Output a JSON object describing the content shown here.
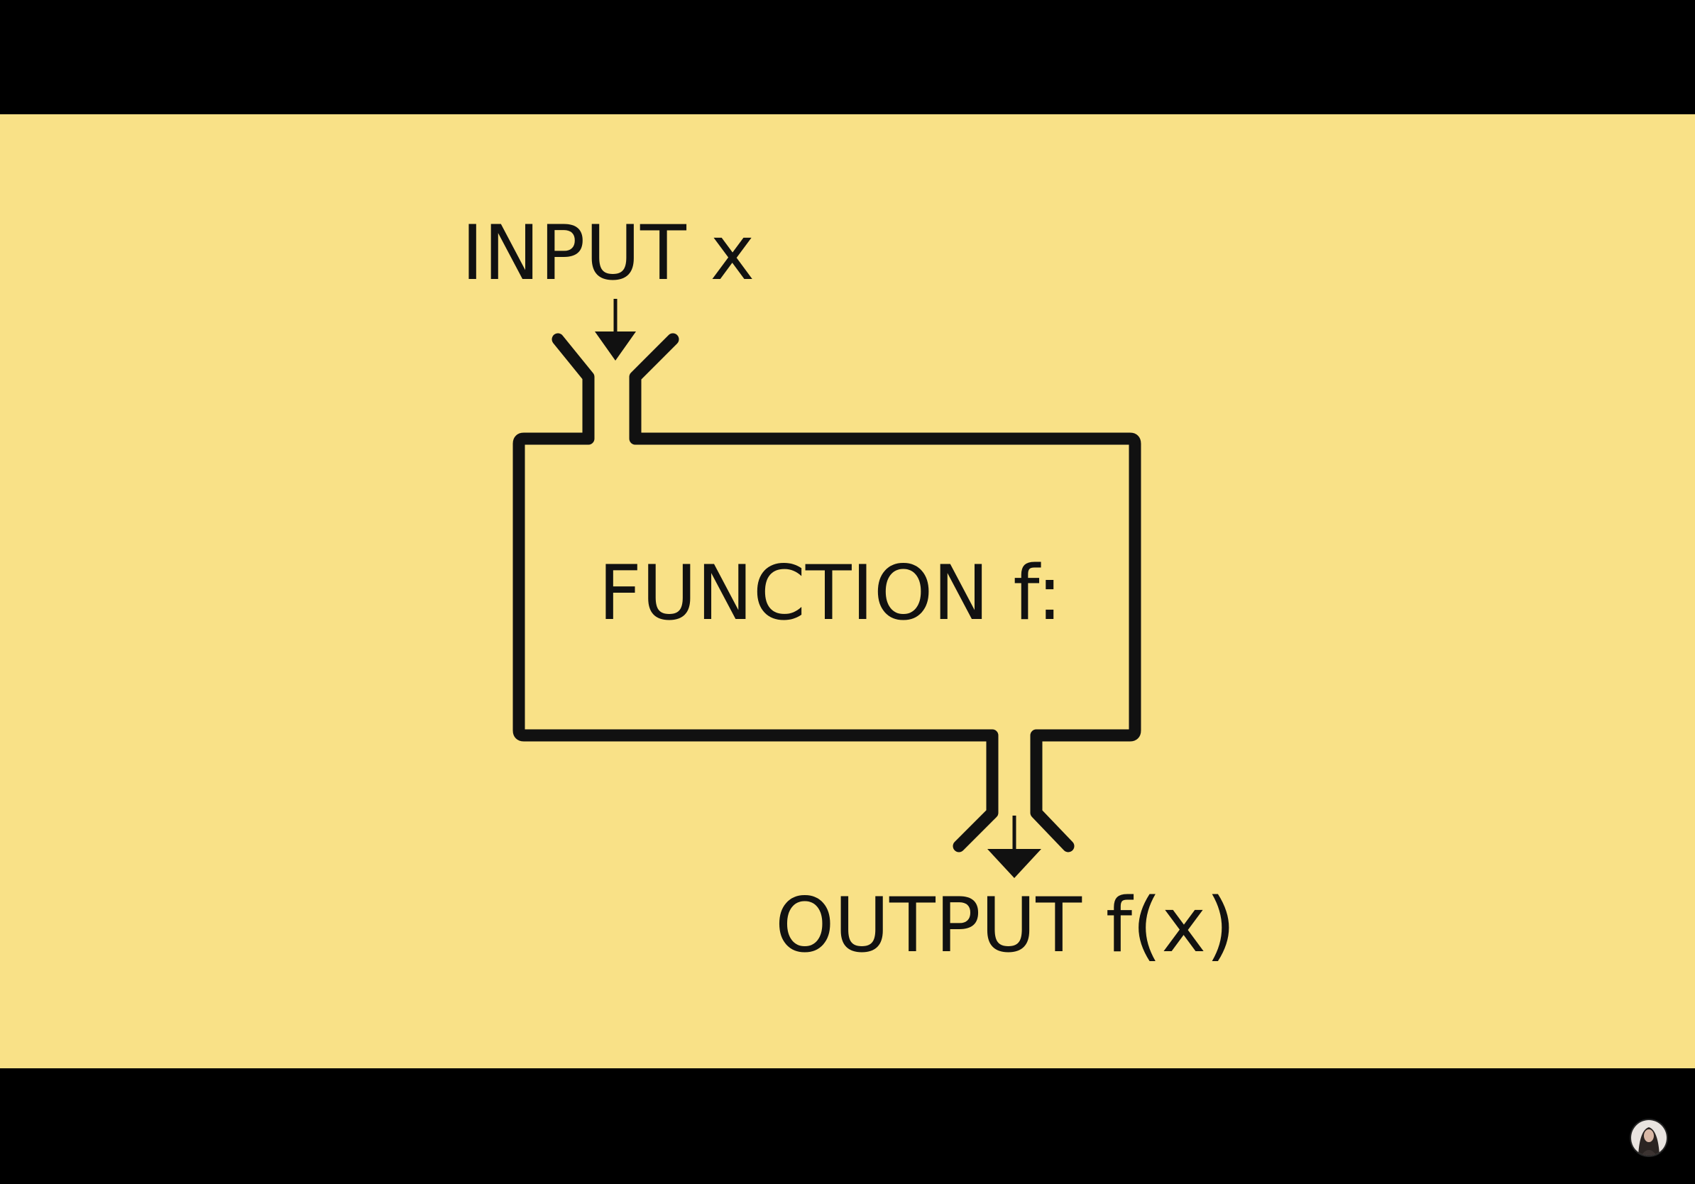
{
  "colors": {
    "background": "#f9e187",
    "stroke": "#111111",
    "letterbox": "#000000"
  },
  "diagram": {
    "input_label": "INPUT x",
    "function_label": "FUNCTION f:",
    "output_label": "OUTPUT f(x)"
  },
  "icons": {
    "input_arrow": "down-arrow-icon",
    "output_arrow": "down-arrow-icon",
    "channel_avatar": "avatar-icon"
  }
}
